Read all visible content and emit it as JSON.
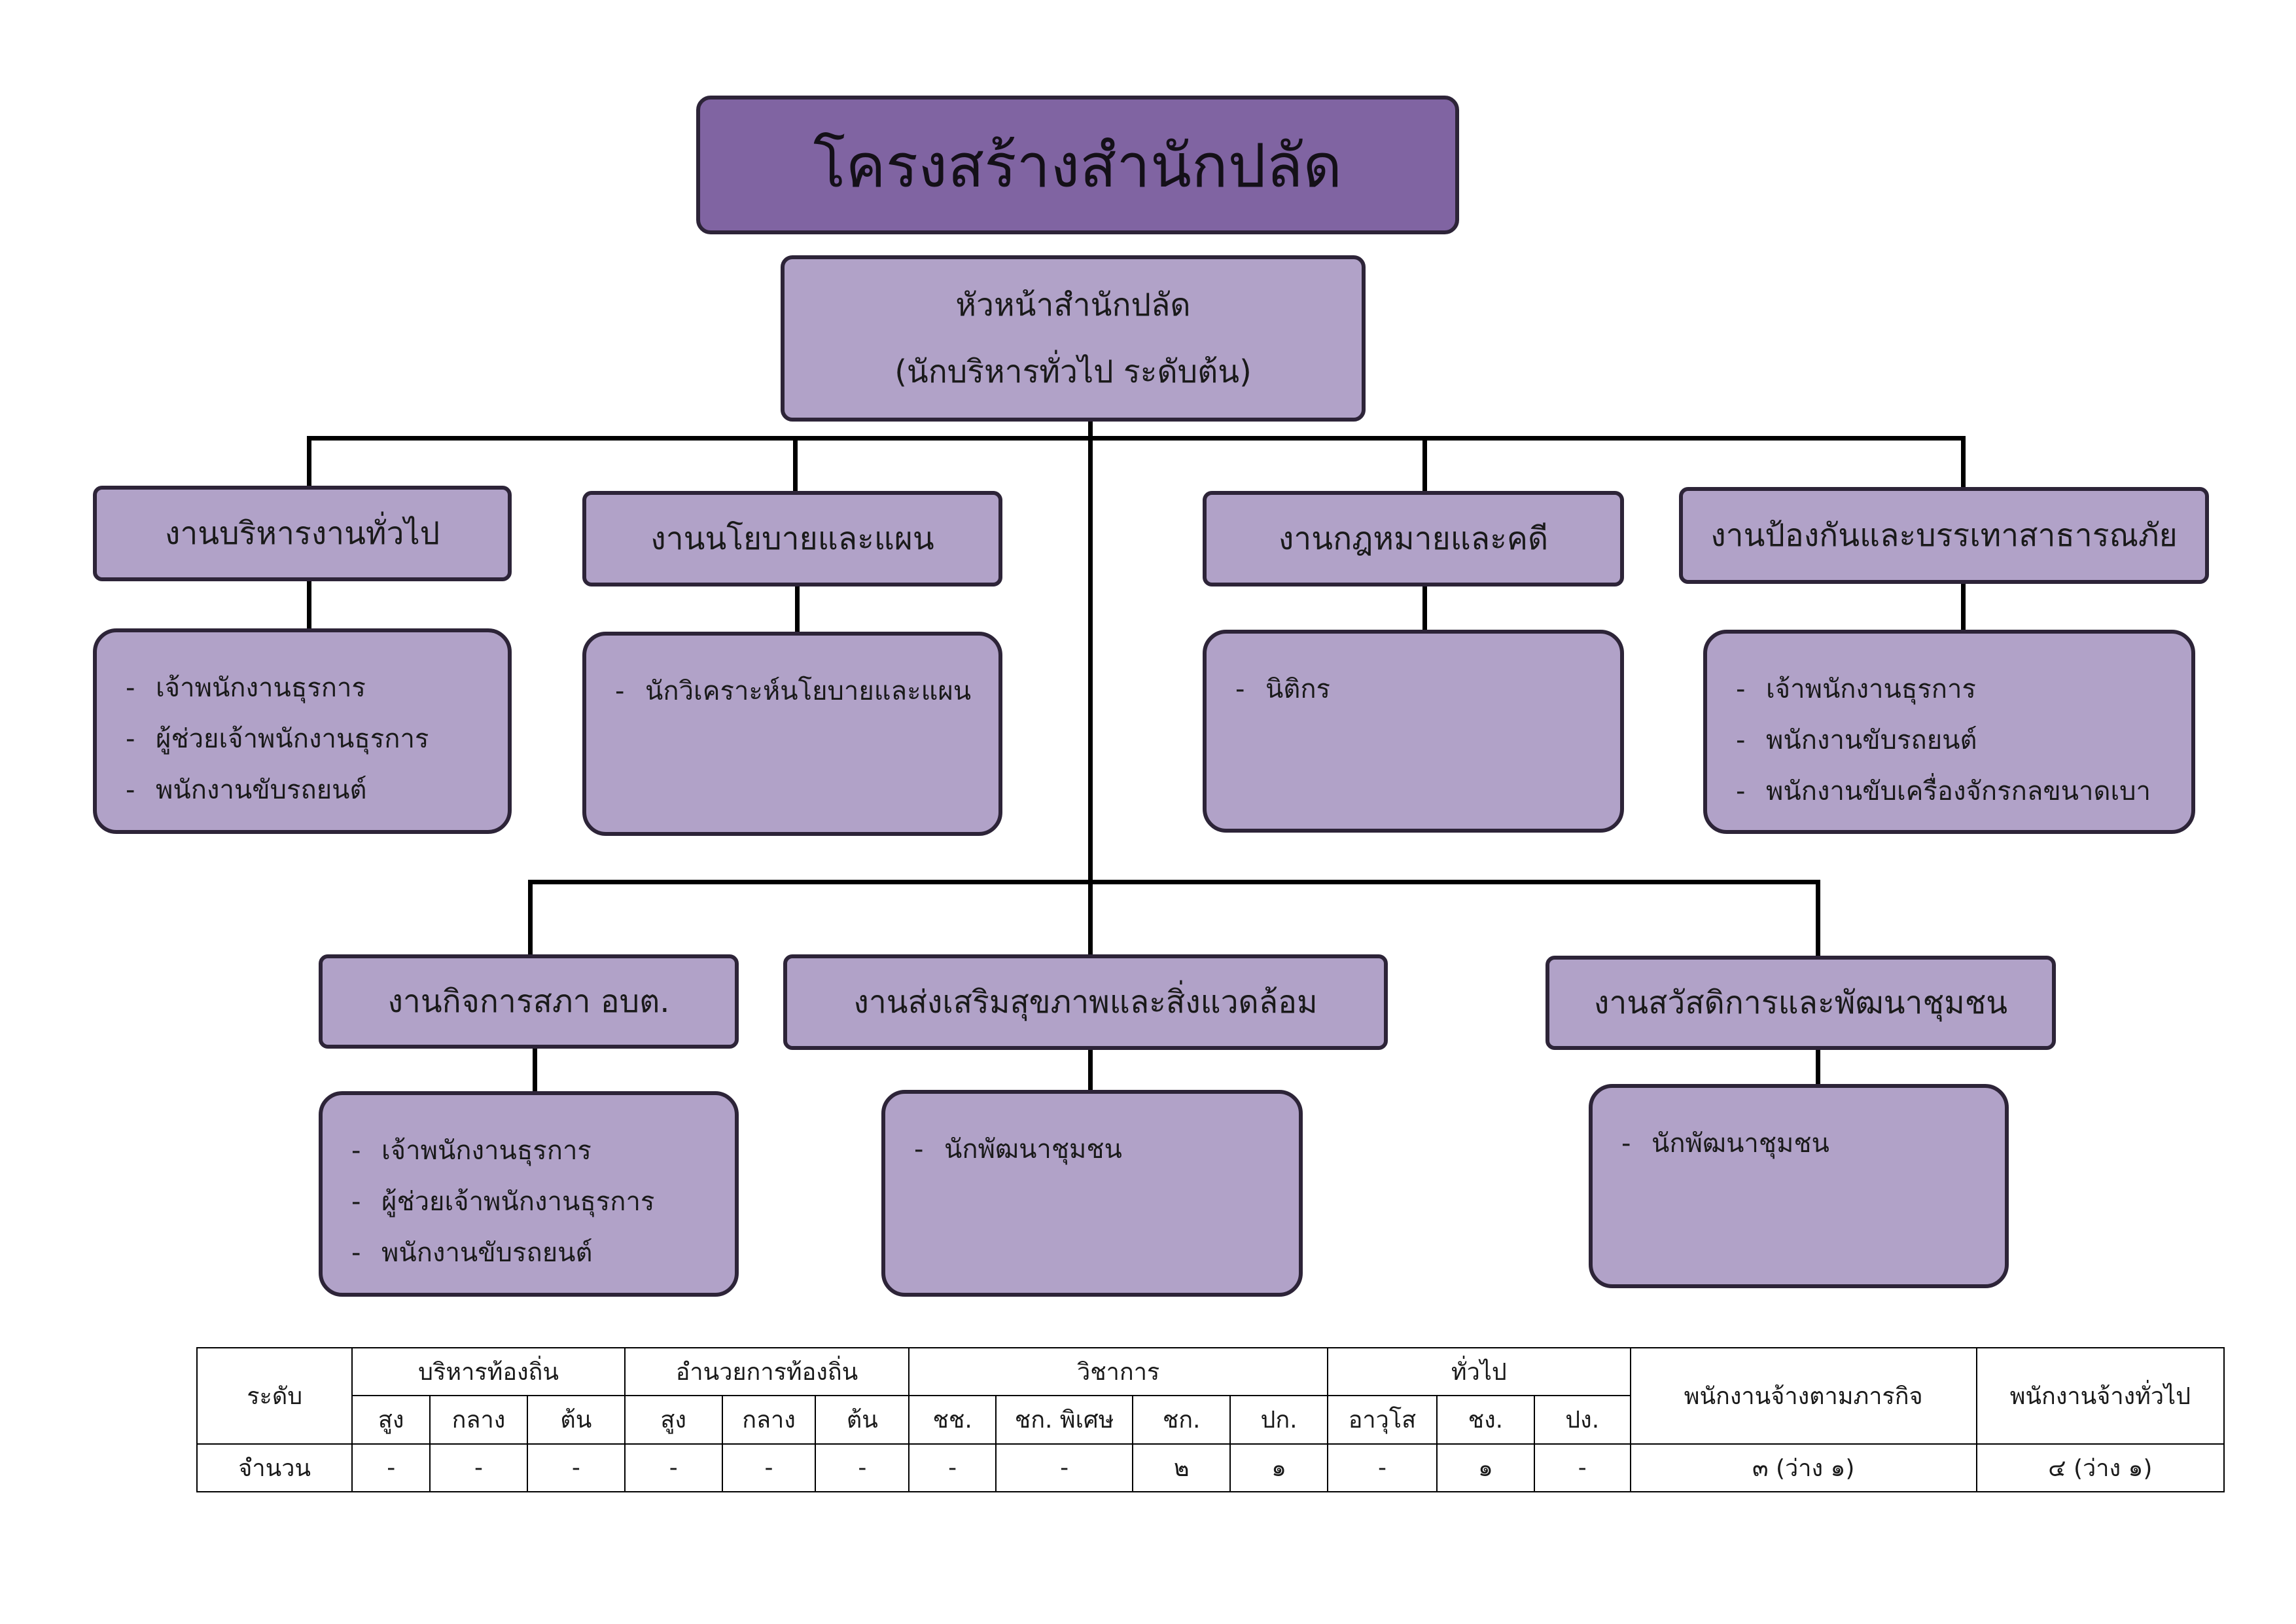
{
  "title": "โครงสร้างสำนักปลัด",
  "head": {
    "line1": "หัวหน้าสำนักปลัด",
    "line2": "(นักบริหารทั่วไป  ระดับต้น)"
  },
  "units": [
    {
      "name": "งานบริหารงานทั่วไป",
      "staff": [
        "เจ้าพนักงานธุรการ",
        "ผู้ช่วยเจ้าพนักงานธุรการ",
        "พนักงานขับรถยนต์"
      ]
    },
    {
      "name": "งานนโยบายและแผน",
      "staff": [
        "นักวิเคราะห์นโยบายและแผน"
      ]
    },
    {
      "name": "งานกฎหมายและคดี",
      "staff": [
        "นิติกร"
      ]
    },
    {
      "name": "งานป้องกันและบรรเทาสาธารณภัย",
      "staff": [
        "เจ้าพนักงานธุรการ",
        "พนักงานขับรถยนต์",
        "พนักงานขับเครื่องจักรกลขนาดเบา"
      ]
    },
    {
      "name": "งานกิจการสภา  อบต.",
      "staff": [
        "เจ้าพนักงานธุรการ",
        "ผู้ช่วยเจ้าพนักงานธุรการ",
        "พนักงานขับรถยนต์"
      ]
    },
    {
      "name": "งานส่งเสริมสุขภาพและสิ่งแวดล้อม",
      "staff": [
        "นักพัฒนาชุมชน"
      ]
    },
    {
      "name": "งานสวัสดิการและพัฒนาชุมชน",
      "staff": [
        "นักพัฒนาชุมชน"
      ]
    }
  ],
  "table": {
    "level_label": "ระดับ",
    "groups": [
      "บริหารท้องถิ่น",
      "อำนวยการท้องถิ่น",
      "วิชาการ",
      "ทั่วไป"
    ],
    "subheaders": [
      "สูง",
      "กลาง",
      "ต้น",
      "สูง",
      "กลาง",
      "ต้น",
      "ชช.",
      "ชก.  พิเศษ",
      "ชก.",
      "ปก.",
      "อาวุโส",
      "ชง.",
      "ปง."
    ],
    "mission_staff_label": "พนักงานจ้างตามภารกิจ",
    "general_staff_label": "พนักงานจ้างทั่วไป",
    "count_label": "จำนวน",
    "counts": [
      "-",
      "-",
      "-",
      "-",
      "-",
      "-",
      "-",
      "-",
      "๒",
      "๑",
      "-",
      "๑",
      "-"
    ],
    "mission_staff_count": "๓  (ว่าง  ๑)",
    "general_staff_count": "๔  (ว่าง  ๑)"
  },
  "colors": {
    "title_fill": "#8064a2",
    "box_fill": "#b1a2c8",
    "border": "#2d2438"
  }
}
